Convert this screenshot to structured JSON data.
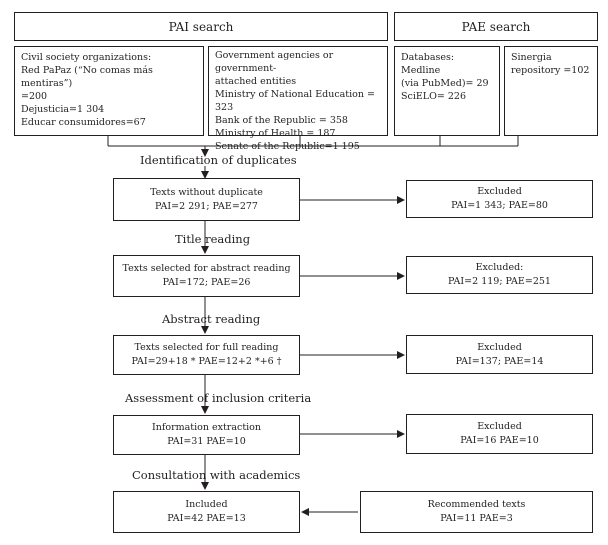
{
  "headers": {
    "pai": "PAI search",
    "pae": "PAE search"
  },
  "sources": {
    "civil": [
      "Civil society organizations:",
      "Red PaPaz (“No comas más mentiras”)",
      "=200",
      "Dejusticia=1 304",
      "Educar consumidores=67"
    ],
    "government": [
      "Government agencies or government-",
      "attached entities",
      "Ministry of National Education = 323",
      "Bank of the Republic = 358",
      "Ministry of Health = 187",
      "Senate of the Republic=1 195"
    ],
    "databases": [
      "Databases:",
      "Medline",
      "(via PubMed)= 29",
      "SciELO= 226"
    ],
    "sinergia": [
      "Sinergia",
      "repository =102"
    ]
  },
  "steps": {
    "duplicates": "Identification of duplicates",
    "title_reading": "Title reading",
    "abstract_reading": "Abstract reading",
    "inclusion": "Assessment of inclusion criteria",
    "consultation": "Consultation with academics"
  },
  "flow": [
    [
      "Texts without duplicate",
      "PAI=2 291; PAE=277"
    ],
    [
      "Texts selected for abstract reading",
      "PAI=172; PAE=26"
    ],
    [
      "Texts selected for full reading",
      "PAI=29+18 * PAE=12+2 *+6 †"
    ],
    [
      "Information extraction",
      "PAI=31 PAE=10"
    ],
    [
      "Included",
      "PAI=42 PAE=13"
    ]
  ],
  "excluded": [
    [
      "Excluded",
      "PAI=1 343; PAE=80"
    ],
    [
      "Excluded:",
      "PAI=2 119; PAE=251"
    ],
    [
      "Excluded",
      "PAI=137; PAE=14"
    ],
    [
      "Excluded",
      "PAI=16 PAE=10"
    ]
  ],
  "recommended": [
    "Recommended texts",
    "PAI=11 PAE=3"
  ]
}
